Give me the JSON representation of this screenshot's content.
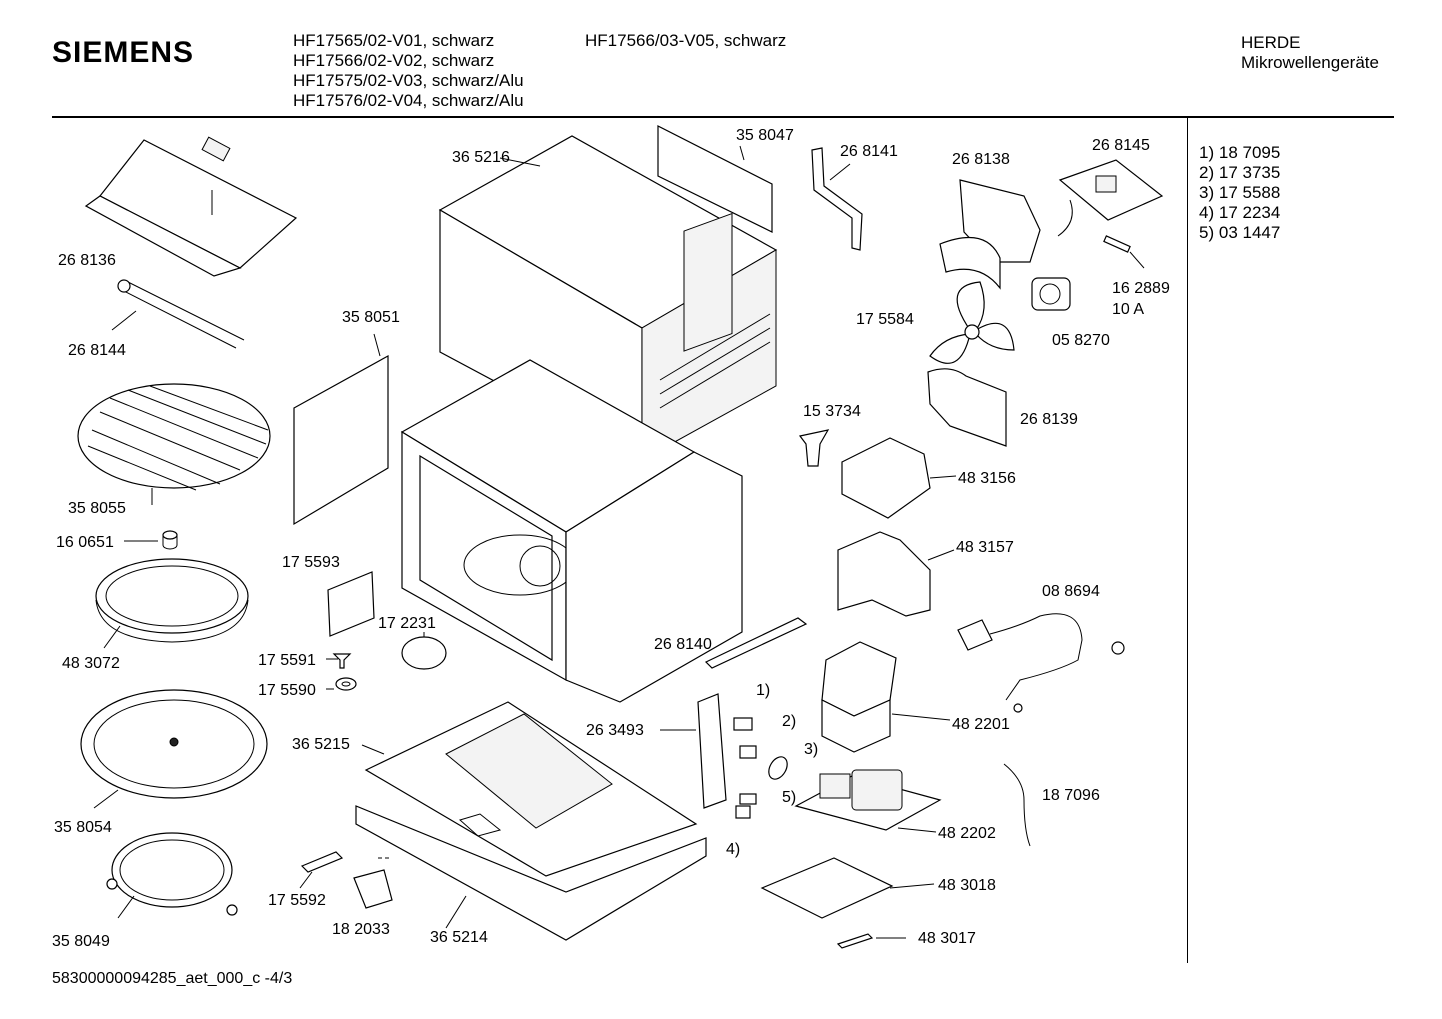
{
  "header": {
    "brand": "SIEMENS",
    "models_col1": [
      "HF17565/02-V01, schwarz",
      "HF17566/02-V02, schwarz",
      "HF17575/02-V03, schwarz/Alu",
      "HF17576/02-V04, schwarz/Alu"
    ],
    "models_col2": [
      "HF17566/03-V05, schwarz"
    ],
    "category_line1": "HERDE",
    "category_line2": "Mikrowellengeräte"
  },
  "legend": [
    {
      "num": "1)",
      "part": "18 7095"
    },
    {
      "num": "2)",
      "part": "17 3735"
    },
    {
      "num": "3)",
      "part": "17 5588"
    },
    {
      "num": "4)",
      "part": "17 2234"
    },
    {
      "num": "5)",
      "part": "03 1447"
    }
  ],
  "parts": {
    "p268136": "26 8136",
    "p268144": "26 8144",
    "p358055": "35 8055",
    "p160651": "16 0651",
    "p483072": "48 3072",
    "p358054": "35 8054",
    "p358049": "35 8049",
    "p365216": "36 5216",
    "p358047": "35 8047",
    "p268141": "26 8141",
    "p268138": "26 8138",
    "p268145": "26 8145",
    "p162889": "16 2889",
    "p10a": "10 A",
    "p175584": "17 5584",
    "p058270": "05 8270",
    "p268139": "26 8139",
    "p153734": "15 3734",
    "p483156": "48 3156",
    "p358051": "35 8051",
    "p175593": "17 5593",
    "p172231": "17 2231",
    "p175591": "17 5591",
    "p175590": "17 5590",
    "p483157": "48 3157",
    "p088694": "08 8694",
    "p268140": "26 8140",
    "p263493": "26 3493",
    "p482201": "48 2201",
    "p365215": "36 5215",
    "p187096": "18 7096",
    "p482202": "48 2202",
    "p483018": "48 3018",
    "p483017": "48 3017",
    "p175592": "17 5592",
    "p182033": "18 2033",
    "p365214": "36 5214",
    "c1": "1)",
    "c2": "2)",
    "c3": "3)",
    "c4": "4)",
    "c5": "5)"
  },
  "footer": "58300000094285_aet_000_c -4/3"
}
